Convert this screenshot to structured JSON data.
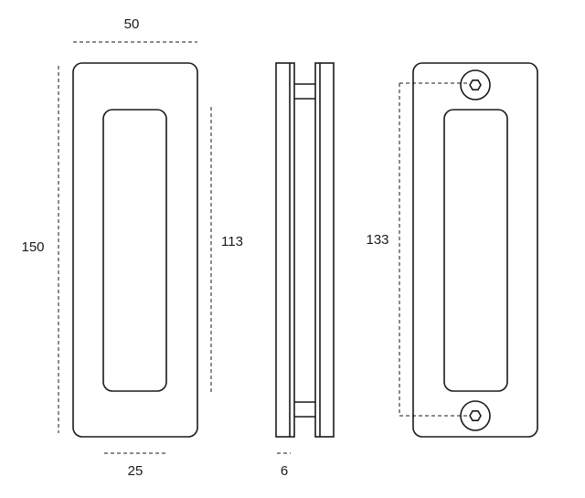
{
  "dimensions": {
    "width_top": "50",
    "height_left": "150",
    "recess_height": "113",
    "recess_width": "25",
    "depth": "6",
    "screw_spacing": "133"
  }
}
